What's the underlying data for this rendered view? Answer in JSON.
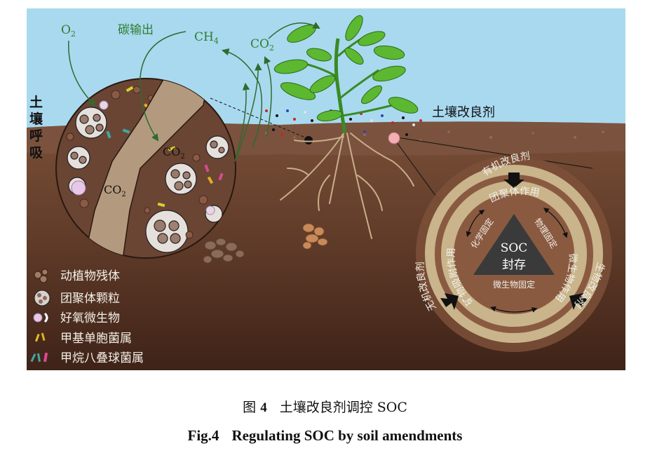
{
  "diagram": {
    "labels": {
      "o2": "O",
      "o2_sub": "2",
      "carbon_output": "碳输出",
      "ch4": "CH",
      "ch4_sub": "4",
      "co2": "CO",
      "co2_sub": "2",
      "soil_respiration": [
        "土",
        "壤",
        "呼",
        "吸"
      ],
      "soil_amendment": "土壤改良剂"
    },
    "legend": [
      {
        "label": "动植物残体",
        "icon": "residue-icon"
      },
      {
        "label": "团聚体颗粒",
        "icon": "aggregate-icon"
      },
      {
        "label": "好氧微生物",
        "icon": "aerobic-microbe-icon"
      },
      {
        "label": "甲基单胞菌属",
        "icon": "methylomonas-icon"
      },
      {
        "label": "甲烷八叠球菌属",
        "icon": "methanosarcina-icon"
      }
    ],
    "soc_wheel": {
      "center_line1": "SOC",
      "center_line2": "封存",
      "inner_side_top": "物理固定",
      "inner_side_left": "化学固定",
      "inner_side_bottom": "微生物固定",
      "ring_top": "团聚体作用",
      "ring_right": "微生物作用",
      "ring_left": "矿物吸附作用",
      "outer_top": "有机改良剂",
      "outer_right": "生物改良剂",
      "outer_left": "无机改良剂"
    },
    "colors": {
      "sky": "#a8d8ee",
      "topsoil": "#6b4532",
      "deep_soil": "#4a2a1e",
      "green_text": "#2e7d32",
      "wheel_outer": "#86563d",
      "wheel_ring": "#c9b48b",
      "triangle": "#3a3a3a"
    }
  },
  "caption": {
    "cn_prefix": "图",
    "cn_number": "4",
    "cn_text": "土壤改良剂调控 SOC",
    "en_prefix": "Fig.4",
    "en_text": "Regulating SOC by soil amendments"
  }
}
